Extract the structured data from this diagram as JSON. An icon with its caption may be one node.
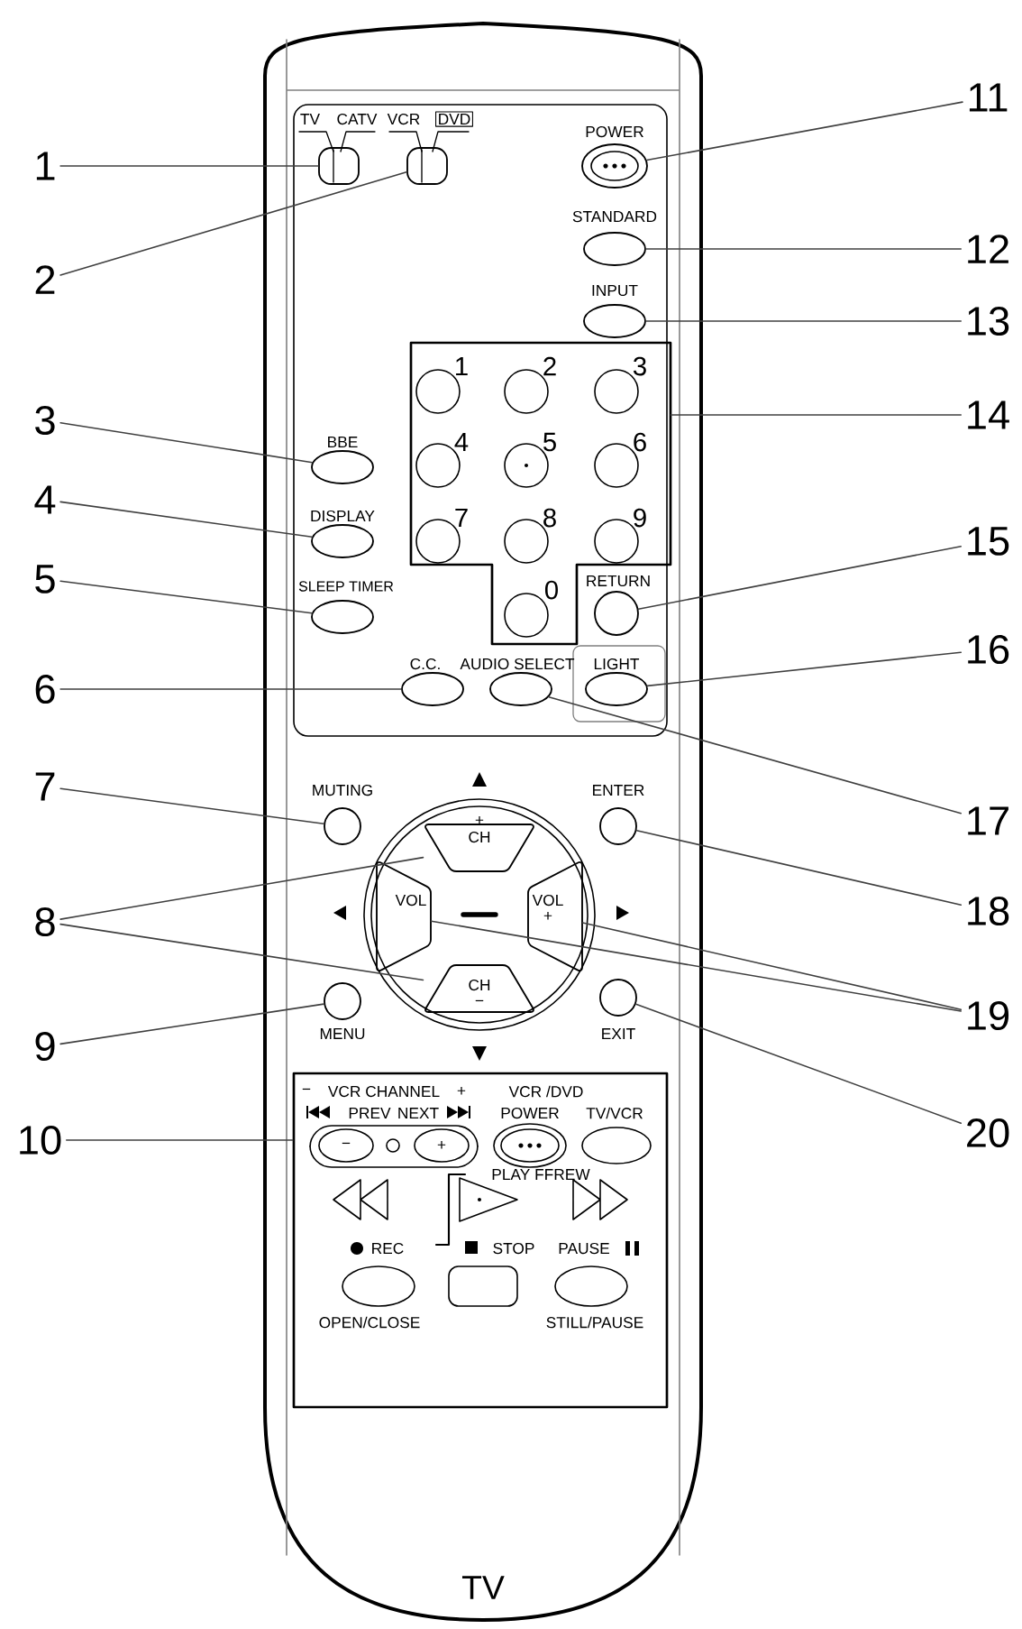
{
  "diagram": {
    "nodes": [
      {
        "text": [
          "1"
        ]
      },
      {
        "text": [
          "2"
        ]
      },
      {
        "text": [
          "3"
        ]
      },
      {
        "text": [
          "4"
        ]
      },
      {
        "text": [
          "5"
        ]
      },
      {
        "text": [
          "6"
        ]
      },
      {
        "text": [
          "7"
        ]
      },
      {
        "text": [
          "8"
        ]
      },
      {
        "text": [
          "9"
        ]
      },
      {
        "text": [
          "10"
        ]
      },
      {
        "text": [
          "11"
        ]
      },
      {
        "text": [
          "12"
        ]
      },
      {
        "text": [
          "13"
        ]
      },
      {
        "text": [
          "14"
        ]
      },
      {
        "text": [
          "15"
        ]
      },
      {
        "text": [
          "16"
        ]
      },
      {
        "text": [
          "17"
        ]
      },
      {
        "text": [
          "18"
        ]
      },
      {
        "text": [
          "19"
        ]
      },
      {
        "text": [
          "20"
        ]
      },
      {
        "text": [],
        "shape": "switch",
        "beside": [
          "TV",
          "CATV"
        ]
      },
      {
        "text": [],
        "shape": "switch",
        "beside": [
          "VCR",
          "DVD"
        ]
      },
      {
        "text": [],
        "shape": "button",
        "beside": [
          "BBE"
        ]
      },
      {
        "text": [],
        "shape": "button",
        "beside": [
          "DISPLAY"
        ]
      },
      {
        "text": [],
        "shape": "button",
        "beside": [
          "SLEEP TIMER"
        ]
      },
      {
        "text": [],
        "shape": "button",
        "beside": [
          "C.C."
        ]
      },
      {
        "text": [],
        "shape": "button",
        "beside": [
          "AUDIO SELECT"
        ]
      },
      {
        "text": [],
        "shape": "button",
        "beside": [
          "MUTING"
        ]
      },
      {
        "text": [
          "+",
          "CH"
        ]
      },
      {
        "text": [
          "CH",
          "−"
        ]
      },
      {
        "text": [
          "VOL"
        ]
      },
      {
        "text": [
          "VOL",
          "+"
        ]
      },
      {
        "text": [],
        "shape": "button",
        "beside": [
          "MENU"
        ]
      },
      {
        "text": [],
        "shape": "box"
      },
      {
        "text": [],
        "shape": "button",
        "beside": [
          "POWER"
        ]
      },
      {
        "text": [],
        "shape": "button",
        "beside": [
          "STANDARD"
        ]
      },
      {
        "text": [],
        "shape": "button",
        "beside": [
          "INPUT"
        ]
      },
      {
        "text": [],
        "shape": "box"
      },
      {
        "text": [],
        "shape": "button",
        "beside": [
          "RETURN"
        ]
      },
      {
        "text": [],
        "shape": "button",
        "beside": [
          "LIGHT"
        ]
      },
      {
        "text": [],
        "shape": "button",
        "beside": [
          "ENTER"
        ]
      },
      {
        "text": [],
        "shape": "button",
        "beside": [
          "EXIT"
        ]
      }
    ],
    "edges": [
      {
        "from": 0,
        "to": 20,
        "arrow": "none"
      },
      {
        "from": 1,
        "to": 21,
        "arrow": "none"
      },
      {
        "from": 2,
        "to": 22,
        "arrow": "none"
      },
      {
        "from": 3,
        "to": 23,
        "arrow": "none"
      },
      {
        "from": 4,
        "to": 24,
        "arrow": "none"
      },
      {
        "from": 5,
        "to": 25,
        "arrow": "none"
      },
      {
        "from": 6,
        "to": 27,
        "arrow": "none"
      },
      {
        "from": 7,
        "to": 28,
        "arrow": "none"
      },
      {
        "from": 7,
        "to": 29,
        "arrow": "none"
      },
      {
        "from": 8,
        "to": 32,
        "arrow": "none"
      },
      {
        "from": 9,
        "to": 37,
        "arrow": "none"
      },
      {
        "from": 10,
        "to": 34,
        "arrow": "none"
      },
      {
        "from": 11,
        "to": 35,
        "arrow": "none"
      },
      {
        "from": 12,
        "to": 36,
        "arrow": "none"
      },
      {
        "from": 13,
        "to": 33,
        "arrow": "none"
      },
      {
        "from": 14,
        "to": 38,
        "arrow": "none"
      },
      {
        "from": 15,
        "to": 39,
        "arrow": "none"
      },
      {
        "from": 16,
        "to": 26,
        "arrow": "none"
      },
      {
        "from": 17,
        "to": 40,
        "arrow": "none"
      },
      {
        "from": 18,
        "to": 30,
        "arrow": "none"
      },
      {
        "from": 18,
        "to": 31,
        "arrow": "none"
      },
      {
        "from": 19,
        "to": 41,
        "arrow": "none"
      }
    ],
    "labels": [
      "1",
      "2",
      "3",
      "4",
      "5",
      "6",
      "7",
      "8",
      "9",
      "0",
      "−",
      "VCR CHANNEL",
      "+",
      "VCR /DVD",
      "PREV",
      "NEXT",
      "POWER",
      "TV/VCR",
      "−",
      "+",
      "PLAY FFREW",
      "REC",
      "STOP",
      "PAUSE",
      "OPEN/CLOSE",
      "STILL/PAUSE",
      "TV"
    ]
  }
}
